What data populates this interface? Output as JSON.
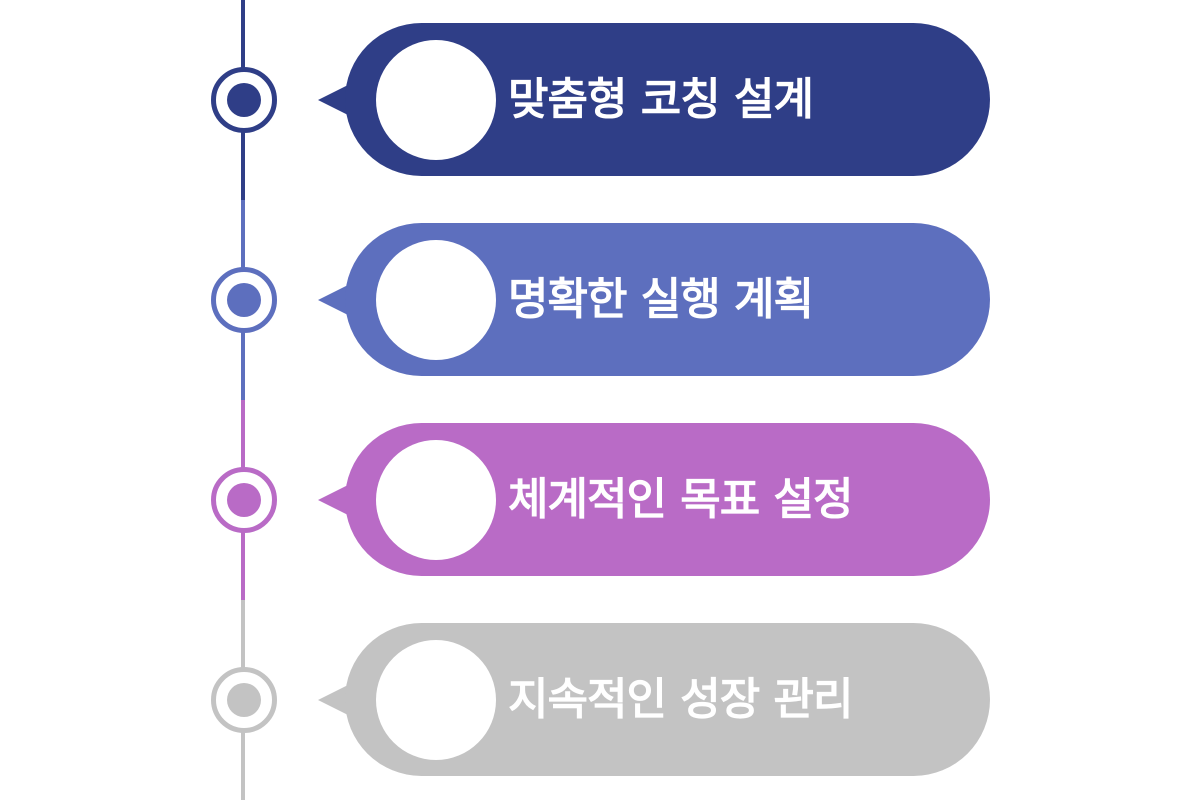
{
  "steps": [
    {
      "label": "맞춤형 코칭 설계",
      "color": "#2f3e87"
    },
    {
      "label": "명확한 실행 계획",
      "color": "#5d6fbe"
    },
    {
      "label": "체계적인 목표 설정",
      "color": "#b96bc6"
    },
    {
      "label": "지속적인 성장 관리",
      "color": "#c3c3c3"
    }
  ]
}
